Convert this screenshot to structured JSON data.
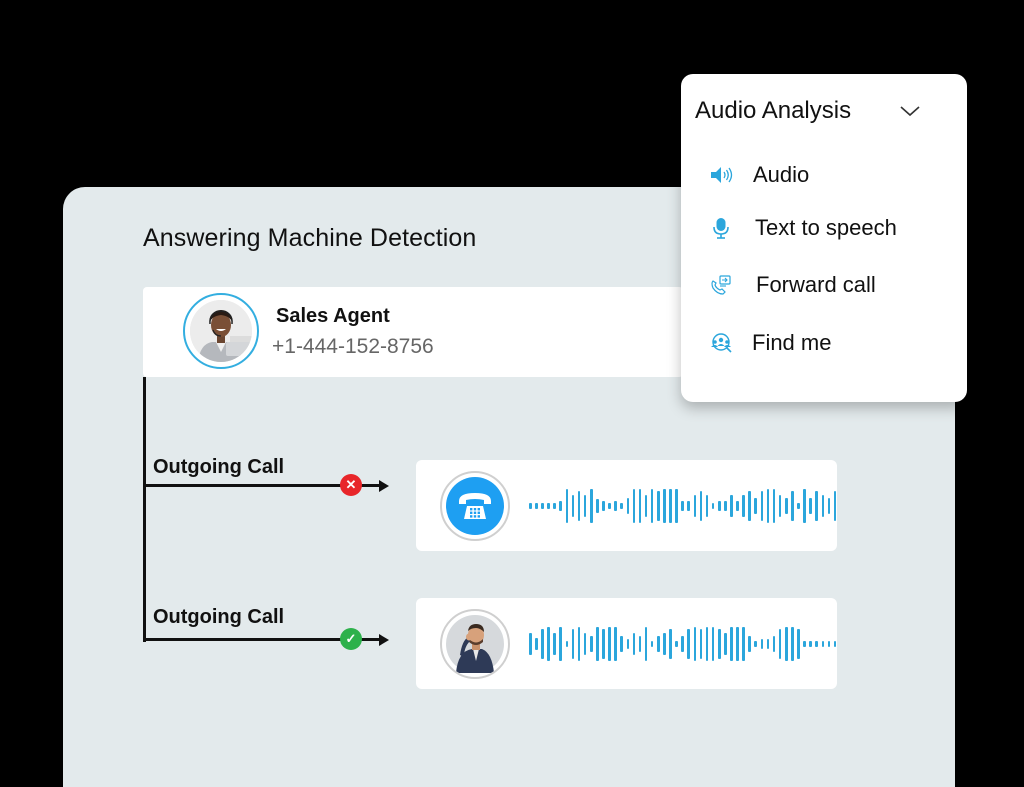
{
  "panel": {
    "title": "Answering Machine Detection"
  },
  "agent": {
    "name": "Sales Agent",
    "phone": "+1-444-152-8756",
    "avatar": "woman-with-headset-photo"
  },
  "calls": [
    {
      "label": "Outgoing Call",
      "status": "failed",
      "status_glyph": "✕",
      "status_color": "#e8262a",
      "avatar": "telephone-icon",
      "avatar_color": "#1e9ff2",
      "waveform": [
        6,
        6,
        6,
        6,
        6,
        10,
        34,
        22,
        30,
        22,
        34,
        14,
        10,
        6,
        10,
        6,
        16,
        34,
        34,
        22,
        34,
        30,
        34,
        34,
        34,
        10,
        10,
        22,
        30,
        22,
        6,
        10,
        10,
        22,
        10,
        22,
        30,
        16,
        30,
        34,
        34,
        22,
        16,
        30,
        6,
        34,
        16,
        30,
        22,
        16,
        30
      ]
    },
    {
      "label": "Outgoing Call",
      "status": "answered",
      "status_glyph": "✓",
      "status_color": "#2db14b",
      "avatar": "businessman-on-phone-photo",
      "avatar_color": "#c9d0d6",
      "waveform": [
        22,
        12,
        30,
        34,
        22,
        34,
        6,
        30,
        34,
        22,
        16,
        34,
        30,
        34,
        34,
        16,
        10,
        22,
        16,
        34,
        6,
        16,
        22,
        30,
        6,
        16,
        30,
        34,
        30,
        34,
        34,
        30,
        22,
        34,
        34,
        34,
        16,
        6,
        10,
        10,
        16,
        30,
        34,
        34,
        30,
        6,
        6,
        6,
        6,
        6,
        6
      ]
    }
  ],
  "dropdown": {
    "title": "Audio Analysis",
    "expanded": true,
    "accent": "#2ba6dc",
    "items": [
      {
        "label": "Audio",
        "icon": "speaker-icon"
      },
      {
        "label": "Text to speech",
        "icon": "microphone-icon"
      },
      {
        "label": "Forward call",
        "icon": "forward-call-icon"
      },
      {
        "label": "Find me",
        "icon": "find-me-icon"
      }
    ]
  },
  "colors": {
    "background": "#000000",
    "panel": "#e3eaec",
    "card": "#ffffff",
    "waveform": "#2ba6dc"
  }
}
